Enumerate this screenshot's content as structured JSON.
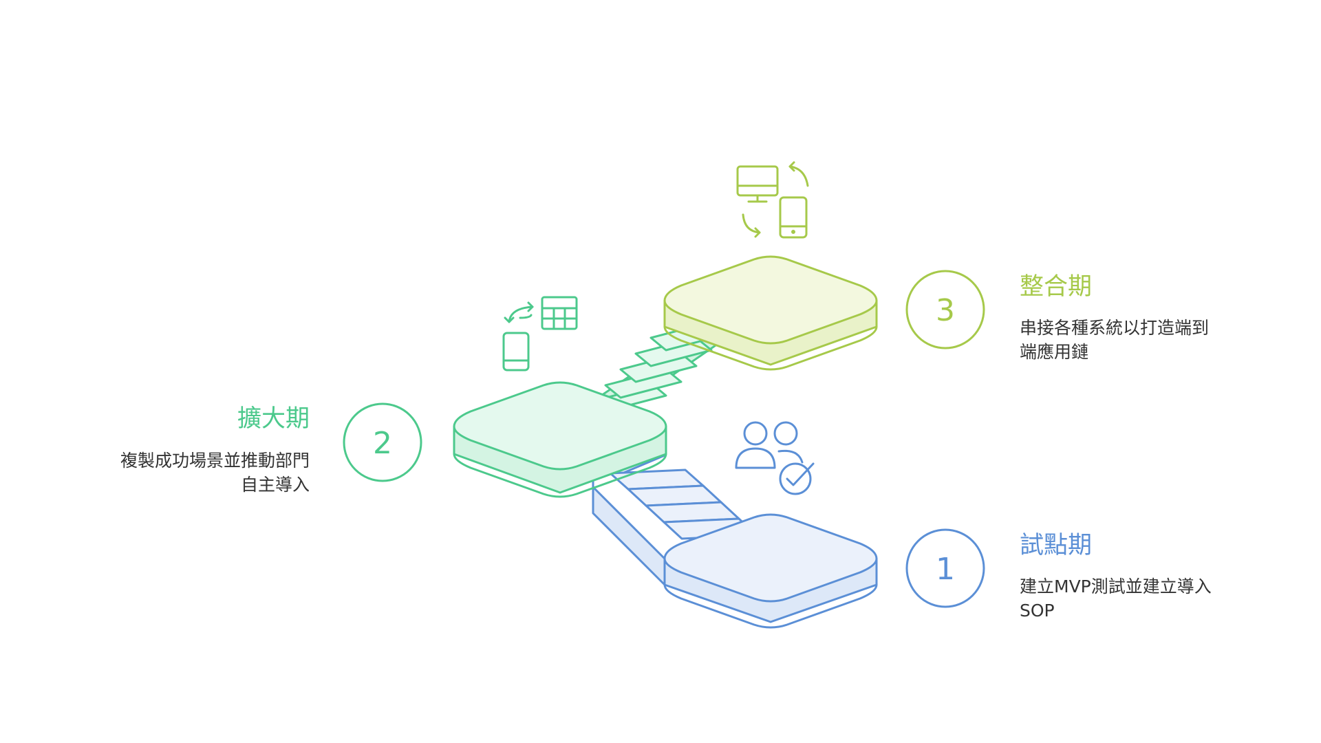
{
  "stages": [
    {
      "number": "1",
      "title": "試點期",
      "desc_line1": "建立MVP測試並建立導入",
      "desc_line2": "SOP",
      "icon": "users-check-icon",
      "color": "#5b8fd6",
      "fill": "#ebf1fb"
    },
    {
      "number": "2",
      "title": "擴大期",
      "desc_line1": "複製成功場景並推動部門",
      "desc_line2": "自主導入",
      "icon": "phone-table-sync-icon",
      "color": "#4cc98c",
      "fill": "#e4f9ee"
    },
    {
      "number": "3",
      "title": "整合期",
      "desc_line1": "串接各種系統以打造端到",
      "desc_line2": "端應用鏈",
      "icon": "monitor-phone-sync-icon",
      "color": "#a6c94a",
      "fill": "#f3f8df"
    }
  ]
}
